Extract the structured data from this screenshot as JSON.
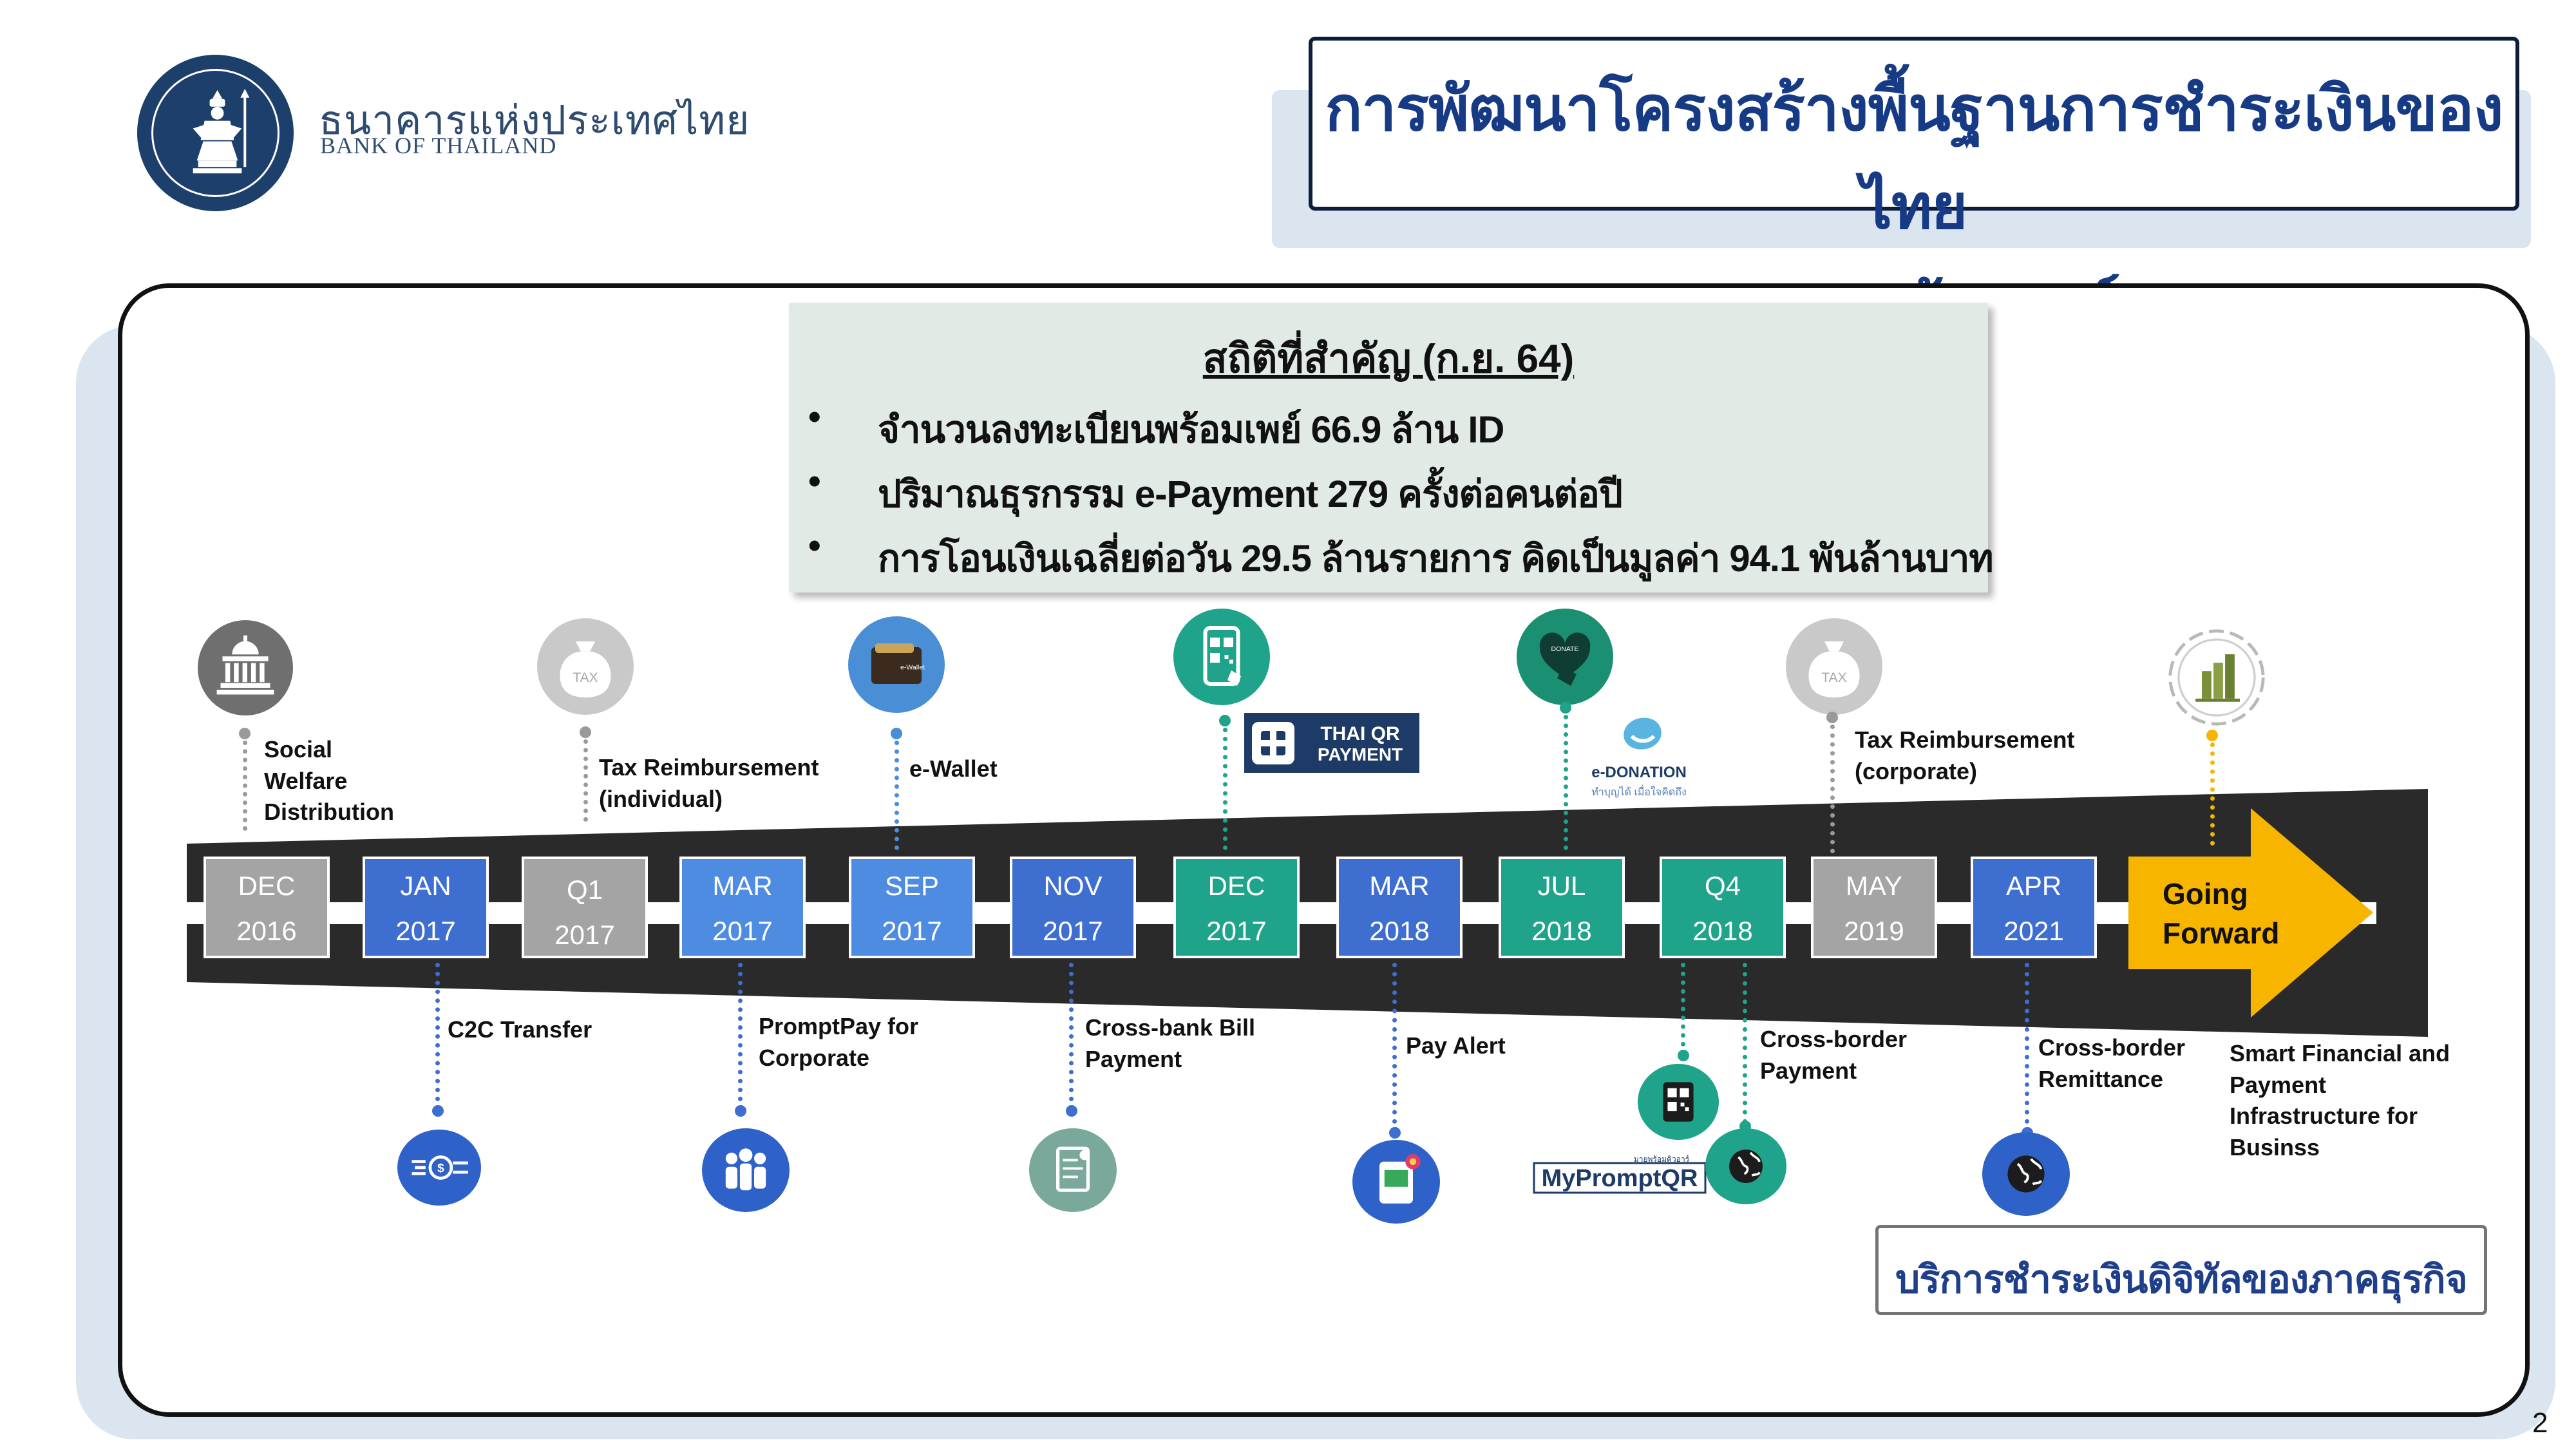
{
  "header": {
    "bank_name_th": "ธนาคารแห่งประเทศไทย",
    "bank_name_en": "BANK OF THAILAND",
    "title_line1": "การพัฒนาโครงสร้างพื้นฐานการชำระเงินของไทย",
    "title_line2": "“ ระบบพร้อมเพย์”"
  },
  "stats": {
    "title": "สถิติที่สำคัญ (ก.ย. 64)",
    "items": [
      "จำนวนลงทะเบียนพร้อมเพย์ 66.9 ล้าน ID",
      "ปริมาณธุรกรรม e-Payment 279 ครั้งต่อคนต่อปี",
      "การโอนเงินเฉลี่ยต่อวัน 29.5 ล้านรายการ คิดเป็นมูลค่า 94.1 พันล้านบาท"
    ]
  },
  "timeline": [
    {
      "month": "DEC",
      "year": "2016",
      "color": "#a4a4a4"
    },
    {
      "month": "JAN",
      "year": "2017",
      "color": "#3e6ed0"
    },
    {
      "month": "Q1",
      "year": "2017",
      "color": "#a4a4a4"
    },
    {
      "month": "MAR",
      "year": "2017",
      "color": "#4d8ce0"
    },
    {
      "month": "SEP",
      "year": "2017",
      "color": "#4d8ce0"
    },
    {
      "month": "NOV",
      "year": "2017",
      "color": "#3e6ed0"
    },
    {
      "month": "DEC",
      "year": "2017",
      "color": "#1fa38a"
    },
    {
      "month": "MAR",
      "year": "2018",
      "color": "#3e6ed0"
    },
    {
      "month": "JUL",
      "year": "2018",
      "color": "#1fa38a"
    },
    {
      "month": "Q4",
      "year": "2018",
      "color": "#1fa38a"
    },
    {
      "month": "MAY",
      "year": "2019",
      "color": "#a4a4a4"
    },
    {
      "month": "APR",
      "year": "2021",
      "color": "#3e6ed0"
    }
  ],
  "top_labels": {
    "social_welfare": [
      "Social",
      "Welfare",
      "Distribution"
    ],
    "tax_individual": [
      "Tax Reimbursement",
      "(individual)"
    ],
    "ewallet": "e-Wallet",
    "tax_corporate": [
      "Tax Reimbursement",
      "(corporate)"
    ]
  },
  "bottom_labels": {
    "c2c": "C2C Transfer",
    "corporate": [
      "PromptPay for",
      "Corporate"
    ],
    "bill": [
      "Cross-bank Bill",
      "Payment"
    ],
    "payalert": "Pay Alert",
    "crossborder_payment": [
      "Cross-border",
      "Payment"
    ],
    "crossborder_remit": [
      "Cross-border",
      "Remittance"
    ],
    "smart": [
      "Smart Financial and",
      "Payment",
      "Infrastructure for",
      "Businss"
    ]
  },
  "badges": {
    "thaiqr_line1": "THAI QR",
    "thaiqr_line2": "PAYMENT",
    "edonation_name": "e-DONATION",
    "edonation_tag": "ทำบุญได้ เมื่อใจคิดถึง",
    "myprompt_small": "มายพร้อมคิวอาร์",
    "myprompt_main": "MyPromptQR",
    "tax_icon_text": "TAX",
    "donate_icon_text": "DONATE",
    "ewallet_icon_text": "e-Wallet"
  },
  "going_forward": [
    "Going",
    "Forward"
  ],
  "biz_box": "บริการชำระเงินดิจิทัลของภาคธุรกิจ",
  "page_number": "2",
  "colors": {
    "navy": "#173a85",
    "teal": "#1fa38a",
    "blue": "#3e6ed0",
    "grey": "#a4a4a4",
    "arrow": "#f7b500",
    "band": "#2a2a2a"
  }
}
